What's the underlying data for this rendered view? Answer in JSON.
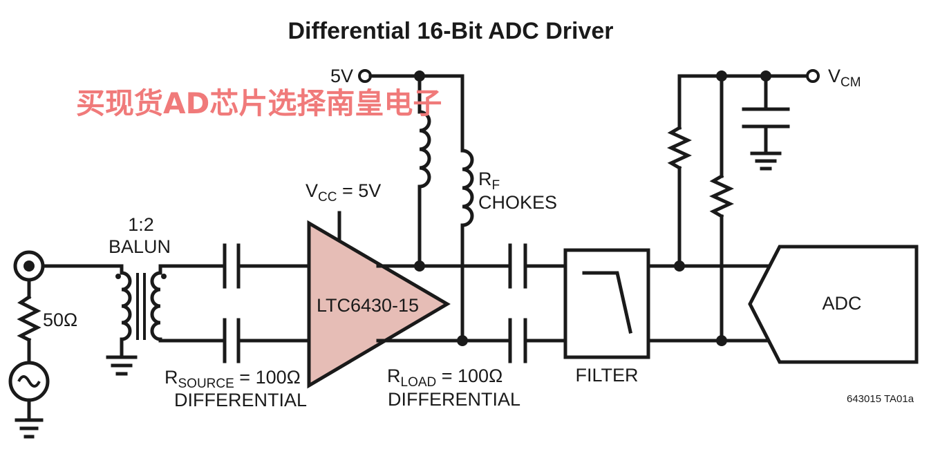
{
  "title": "Differential 16-Bit ADC Driver",
  "watermark": "买现货AD芯片选择南皇电子",
  "colors": {
    "watermark": "#f07a7a",
    "amp_fill": "#e6bdb6",
    "line": "#1a1a1a"
  },
  "labels": {
    "supply_5v": "5V",
    "vcm_main": "V",
    "vcm_sub": "CM",
    "vcc_main": "V",
    "vcc_sub": "CC",
    "vcc_value": " = 5V",
    "rf_main": "R",
    "rf_sub": "F",
    "chokes": "CHOKES",
    "balun_ratio": "1:2",
    "balun": "BALUN",
    "resistor_50": "50Ω",
    "amplifier": "LTC6430-15",
    "rsource_main": "R",
    "rsource_sub": "SOURCE",
    "rsource_value": " = 100Ω",
    "rsource_diff": "DIFFERENTIAL",
    "rload_main": "R",
    "rload_sub": "LOAD",
    "rload_value": " = 100Ω",
    "rload_diff": "DIFFERENTIAL",
    "filter": "FILTER",
    "adc": "ADC",
    "figure_id": "643015 TA01a"
  }
}
